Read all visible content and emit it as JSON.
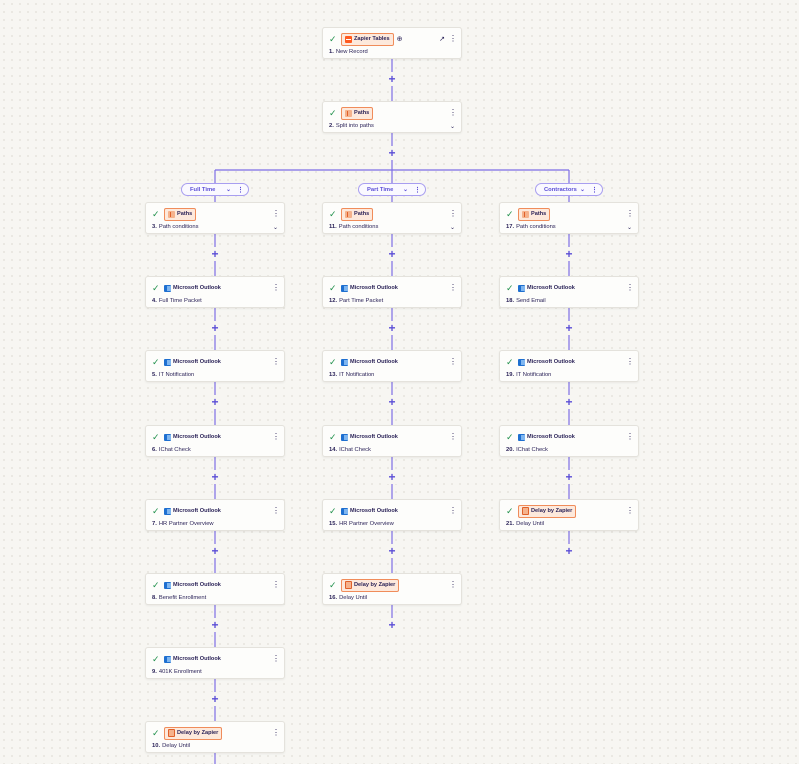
{
  "colors": {
    "accent": "#5b4ed6",
    "wire": "#7d6ee6",
    "check": "#1f8f4a",
    "badge_border": "#f08c5a",
    "outlook": "#1e6fd0"
  },
  "trigger": {
    "app": "Zapier Tables",
    "number": "1.",
    "title": "New Record",
    "icon": "zapier-tables-icon"
  },
  "paths_step": {
    "app": "Paths",
    "number": "2.",
    "title": "Split into paths",
    "icon": "paths-icon"
  },
  "branches": [
    {
      "label": "Full Time",
      "steps": [
        {
          "app": "Paths",
          "icon": "paths-icon",
          "badge": true,
          "number": "3.",
          "title": "Path conditions",
          "chevron": true
        },
        {
          "app": "Microsoft Outlook",
          "icon": "outlook-icon",
          "badge": false,
          "number": "4.",
          "title": "Full Time Packet"
        },
        {
          "app": "Microsoft Outlook",
          "icon": "outlook-icon",
          "badge": false,
          "number": "5.",
          "title": "IT Notification"
        },
        {
          "app": "Microsoft Outlook",
          "icon": "outlook-icon",
          "badge": false,
          "number": "6.",
          "title": "IChat Check"
        },
        {
          "app": "Microsoft Outlook",
          "icon": "outlook-icon",
          "badge": false,
          "number": "7.",
          "title": "HR Partner Overview"
        },
        {
          "app": "Microsoft Outlook",
          "icon": "outlook-icon",
          "badge": false,
          "number": "8.",
          "title": "Benefit Enrollment"
        },
        {
          "app": "Microsoft Outlook",
          "icon": "outlook-icon",
          "badge": false,
          "number": "9.",
          "title": "401K Enrollment"
        },
        {
          "app": "Delay by Zapier",
          "icon": "delay-icon",
          "badge": true,
          "number": "10.",
          "title": "Delay Until"
        }
      ]
    },
    {
      "label": "Part Time",
      "steps": [
        {
          "app": "Paths",
          "icon": "paths-icon",
          "badge": true,
          "number": "11.",
          "title": "Path conditions",
          "chevron": true
        },
        {
          "app": "Microsoft Outlook",
          "icon": "outlook-icon",
          "badge": false,
          "number": "12.",
          "title": "Part Time Packet"
        },
        {
          "app": "Microsoft Outlook",
          "icon": "outlook-icon",
          "badge": false,
          "number": "13.",
          "title": "IT Notification"
        },
        {
          "app": "Microsoft Outlook",
          "icon": "outlook-icon",
          "badge": false,
          "number": "14.",
          "title": "IChat Check"
        },
        {
          "app": "Microsoft Outlook",
          "icon": "outlook-icon",
          "badge": false,
          "number": "15.",
          "title": "HR Partner Overview"
        },
        {
          "app": "Delay by Zapier",
          "icon": "delay-icon",
          "badge": true,
          "number": "16.",
          "title": "Delay Until"
        }
      ]
    },
    {
      "label": "Contractors",
      "steps": [
        {
          "app": "Paths",
          "icon": "paths-icon",
          "badge": true,
          "number": "17.",
          "title": "Path conditions",
          "chevron": true
        },
        {
          "app": "Microsoft Outlook",
          "icon": "outlook-icon",
          "badge": false,
          "number": "18.",
          "title": "Send Email"
        },
        {
          "app": "Microsoft Outlook",
          "icon": "outlook-icon",
          "badge": false,
          "number": "19.",
          "title": "IT Notification"
        },
        {
          "app": "Microsoft Outlook",
          "icon": "outlook-icon",
          "badge": false,
          "number": "20.",
          "title": "IChat Check"
        },
        {
          "app": "Delay by Zapier",
          "icon": "delay-icon",
          "badge": true,
          "number": "21.",
          "title": "Delay Until"
        }
      ]
    }
  ]
}
